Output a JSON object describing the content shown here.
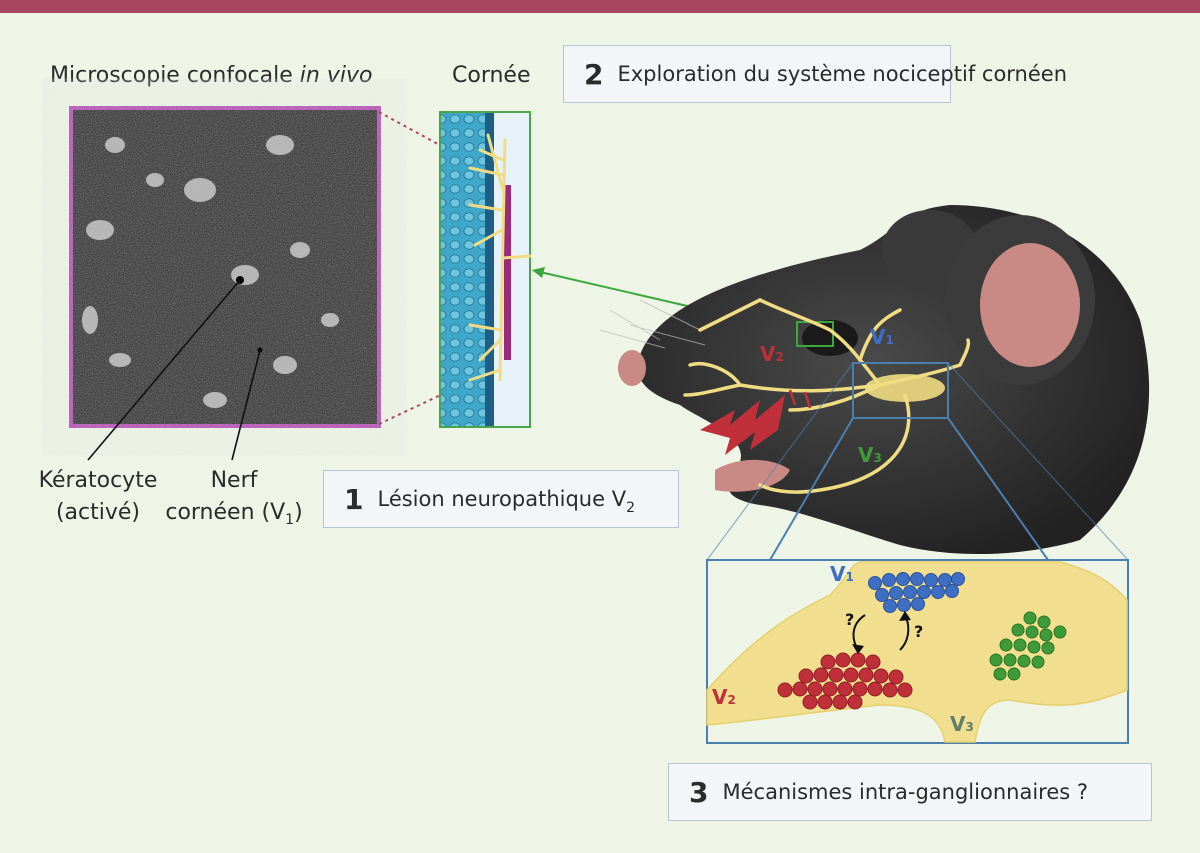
{
  "header": {
    "bar_color": "#a84560"
  },
  "microscopy": {
    "title_prefix": "Microscopie confocale ",
    "title_italic": "in vivo",
    "frame_color": "#b040b0"
  },
  "cornea": {
    "title": "Cornée"
  },
  "annotations": {
    "keratocyte_line1": "Kératocyte",
    "keratocyte_line2": "(activé)",
    "nerf_line1": "Nerf",
    "nerf_line2_prefix": "cornéen (V",
    "nerf_line2_sub": "1",
    "nerf_line2_suffix": ")"
  },
  "steps": [
    {
      "number": "2",
      "text": "Exploration du système nociceptif cornéen"
    },
    {
      "number": "1",
      "text": "Lésion neuropathique V",
      "sub": "2"
    },
    {
      "number": "3",
      "text": "Mécanismes intra-ganglionnaires ?"
    }
  ],
  "mouse_labels": {
    "v1": "V",
    "v1_sub": "1",
    "v2": "V",
    "v2_sub": "2",
    "v3": "V",
    "v3_sub": "3"
  },
  "ganglion_labels": {
    "v1": "V",
    "v1_sub": "1",
    "v2": "V",
    "v2_sub": "2",
    "v3": "V",
    "v3_sub": "3",
    "question": "?"
  },
  "colors": {
    "nerve": "#f0dc82",
    "v1": "#3f6fc4",
    "v2": "#c0303a",
    "v3": "#3f9a3a",
    "mouse": "#2f2f2f",
    "ear": "#c98a86"
  }
}
